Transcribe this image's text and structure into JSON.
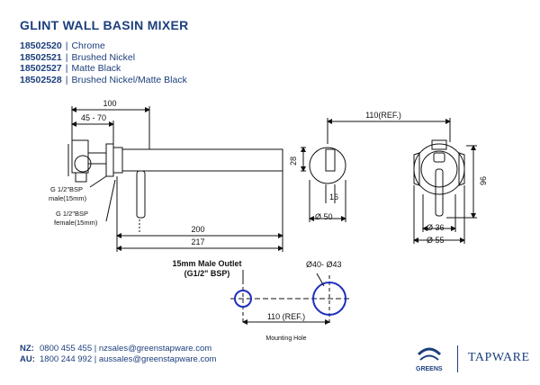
{
  "title": "GLINT WALL BASIN MIXER",
  "models": [
    {
      "code": "18502520",
      "finish": "Chrome"
    },
    {
      "code": "18502521",
      "finish": "Brushed Nickel"
    },
    {
      "code": "18502527",
      "finish": "Matte Black"
    },
    {
      "code": "18502528",
      "finish": "Brushed Nickel/Matte Black"
    }
  ],
  "dims": {
    "d100": "100",
    "d45_70": "45 - 70",
    "d110ref": "110(REF.)",
    "d28": "28",
    "d16": "16",
    "d50": "Ø 50",
    "d96": "96",
    "d36": "Ø 36",
    "d55": "Ø 55",
    "d200": "200",
    "d217": "217",
    "male": "G 1/2\"BSP",
    "male_sub": "male(15mm)",
    "female": "G 1/2\"BSP",
    "female_sub": "female(15mm)",
    "outlet1": "15mm Male Outlet",
    "outlet2": "(G1/2\" BSP)",
    "d40_43": "Ø40- Ø43",
    "d110ref2": "110 (REF.)",
    "mounting": "Mounting Hole"
  },
  "contact": {
    "nz_label": "NZ:",
    "nz": "0800 455 455 | nzsales@greenstapware.com",
    "au_label": "AU:",
    "au": "1800 244 992 | aussales@greenstapware.com"
  },
  "brand": {
    "name": "TAPWARE",
    "logo_text": "GREENS"
  },
  "colors": {
    "brand_blue": "#1c3f7c",
    "line": "#111111",
    "hole_blue": "#1f2fbf"
  }
}
